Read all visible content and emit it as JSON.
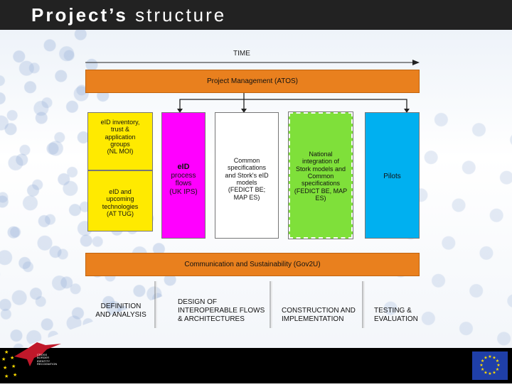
{
  "slide": {
    "title_part1": "Project’s",
    "title_part2": "structure"
  },
  "timeline": {
    "label": "TIME"
  },
  "bars": {
    "top": "Project Management (ATOS)",
    "bottom": "Communication and Sustainability (Gov2U)"
  },
  "boxes": {
    "yellow_top": [
      "eID inventory,",
      "trust &",
      "application",
      "groups",
      "(NL MOI)"
    ],
    "yellow_bottom": [
      "eID and",
      "upcoming",
      "technologies",
      "(AT TUG)"
    ],
    "magenta": [
      "eID",
      "process",
      "flows",
      "(UK IPS)"
    ],
    "white": [
      "Common",
      "specifications",
      "and Stork's eID",
      "models",
      "(FEDICT BE;",
      "MAP ES)"
    ],
    "green": [
      "National",
      "integration of",
      "Stork models and",
      "Common",
      "specifications",
      "(FEDICT BE, MAP",
      "ES)"
    ],
    "cyan": "Pilots"
  },
  "phases": {
    "p1": [
      "DEFINITION",
      "AND ANALYSIS"
    ],
    "p2": [
      "DESIGN OF",
      "INTEROPERABLE FLOWS",
      "& ARCHITECTURES"
    ],
    "p3": [
      "CONSTRUCTION AND",
      "IMPLEMENTATION"
    ],
    "p4": [
      "TESTING &",
      "EVALUATION"
    ]
  },
  "logo_text": [
    "CROSS",
    "BORDER",
    "IDENTITY",
    "RECOGNITION"
  ],
  "colors": {
    "orange": "#e9801e",
    "yellow": "#ffea00",
    "magenta": "#ff00ff",
    "green": "#7fe03a",
    "cyan": "#00b0f0",
    "header": "#222222",
    "eu_blue": "#1f3fa8",
    "eu_star": "#ffdd00",
    "logo_red": "#c0182a"
  }
}
